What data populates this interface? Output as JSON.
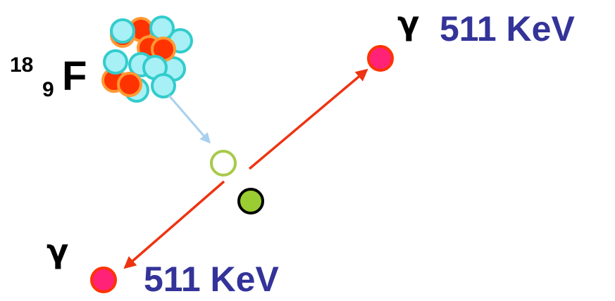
{
  "nuclide": {
    "mass_number": "18",
    "atomic_number": "9",
    "symbol": "F"
  },
  "photons": [
    {
      "name": "upper",
      "symbol": "γ",
      "energy": "511 KeV"
    },
    {
      "name": "lower",
      "symbol": "γ",
      "energy": "511 KeV"
    }
  ],
  "colors": {
    "proton": "#ff3300",
    "proton_rim": "#ff9933",
    "neutron": "#a6f0f6",
    "neutron_rim": "#33cccc",
    "positron_ring": "#a8c94a",
    "electron": "#9acd32",
    "gamma_photon": "#ff2277",
    "annihilation_line": "#ee3311",
    "emission_arrow": "#a9cfee",
    "energy_text": "#333399"
  }
}
